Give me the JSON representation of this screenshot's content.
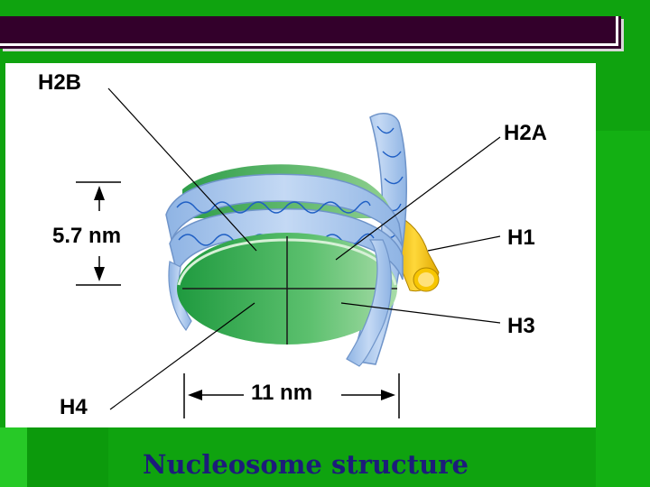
{
  "slide": {
    "caption": "Nucleosome structure"
  },
  "diagram": {
    "labels": {
      "h2b": "H2B",
      "h2a": "H2A",
      "h1": "H1",
      "h3": "H3",
      "h4": "H4",
      "height": "5.7 nm",
      "width": "11 nm"
    }
  },
  "colors": {
    "background_green": "#0fa30f",
    "title_bar": "#33002b",
    "caption_text": "#1c1c7a",
    "histone_green": "#2aa84a",
    "dna_blue": "#a9c6ec",
    "h1_yellow": "#f2c20a"
  }
}
